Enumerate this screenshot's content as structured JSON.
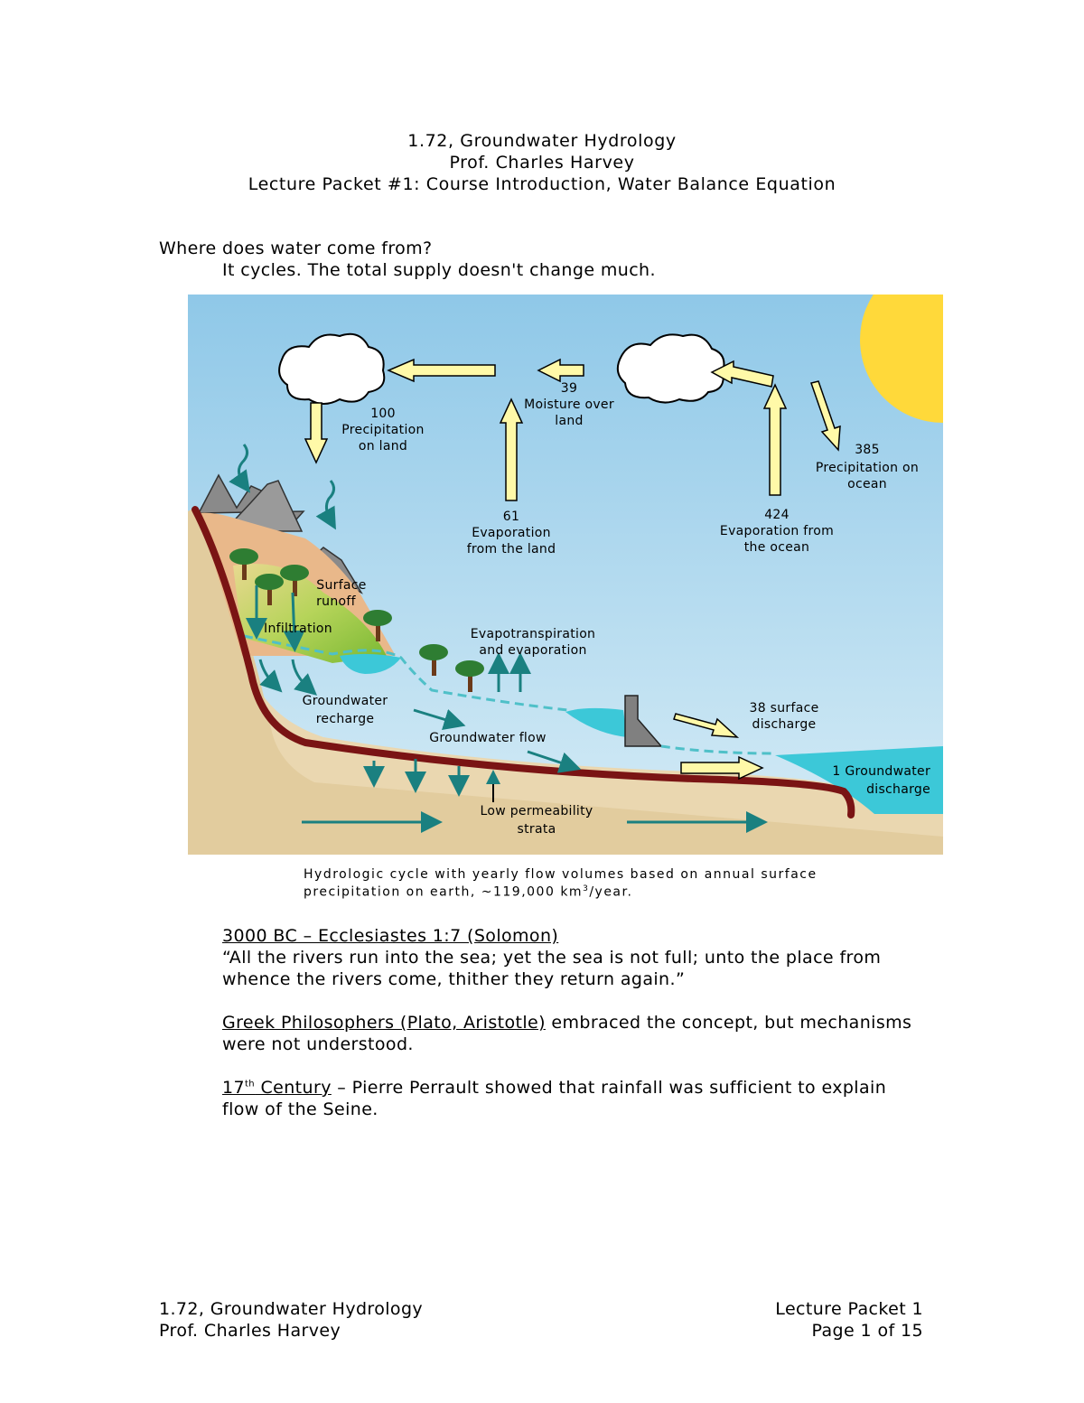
{
  "header": {
    "course": "1.72, Groundwater Hydrology",
    "professor": "Prof. Charles Harvey",
    "packet_title": "Lecture Packet #1: Course Introduction, Water Balance Equation"
  },
  "section": {
    "question": "Where does water come from?",
    "answer": "It cycles.  The total supply doesn't change much."
  },
  "figure": {
    "labels": {
      "precip_land_value": "100",
      "precip_land_text1": "Precipitation",
      "precip_land_text2": "on land",
      "moisture_value": "39",
      "moisture_text1": "Moisture over",
      "moisture_text2": "land",
      "evap_land_value": "61",
      "evap_land_text1": "Evaporation",
      "evap_land_text2": "from the land",
      "evap_ocean_value": "424",
      "evap_ocean_text1": "Evaporation from",
      "evap_ocean_text2": "the ocean",
      "precip_ocean_value": "385",
      "precip_ocean_text1": "Precipitation on",
      "precip_ocean_text2": "ocean",
      "surface_runoff1": "Surface",
      "surface_runoff2": "runoff",
      "infiltration": "Infiltration",
      "evapotranspiration1": "Evapotranspiration",
      "evapotranspiration2": "and evaporation",
      "gw_recharge1": "Groundwater",
      "gw_recharge2": "recharge",
      "gw_flow": "Groundwater flow",
      "surface_discharge1": "38 surface",
      "surface_discharge2": "discharge",
      "gw_discharge1": "1 Groundwater",
      "gw_discharge2": "discharge",
      "low_perm1": "Low permeability",
      "low_perm2": "strata"
    },
    "caption_line1": "Hydrologic cycle with yearly flow volumes based on annual surface",
    "caption_line2_pre": "precipitation on earth, ~119,000 km",
    "caption_sup": "3",
    "caption_line2_post": "/year.",
    "colors": {
      "sky": "#a9d5ec",
      "sun": "#ffd93a",
      "arrow_fill": "#fff9a8",
      "teal": "#1a8080",
      "strata": "#7a1414",
      "sand": "#ead7b0",
      "water": "#3cc8d8"
    }
  },
  "body": {
    "p1_heading": "3000 BC – Ecclesiastes 1:7 (Solomon)",
    "p1_line1": "“All the rivers run into the sea; yet the sea is not full; unto the place from",
    "p1_line2": "whence the rivers come, thither they return again.”",
    "p2_underlined": "Greek Philosophers (Plato, Aristotle)",
    "p2_rest": " embraced the concept, but mechanisms",
    "p2_line2": "were not understood.",
    "p3_prefix": "17",
    "p3_sup": "th",
    "p3_underlined_rest": " Century",
    "p3_rest": " – Pierre Perrault showed that rainfall was sufficient to explain",
    "p3_line2": "flow of the Seine."
  },
  "footer": {
    "left1": "1.72, Groundwater Hydrology",
    "left2": "Prof. Charles Harvey",
    "right1": "Lecture Packet 1",
    "right2": "Page 1 of 15"
  }
}
